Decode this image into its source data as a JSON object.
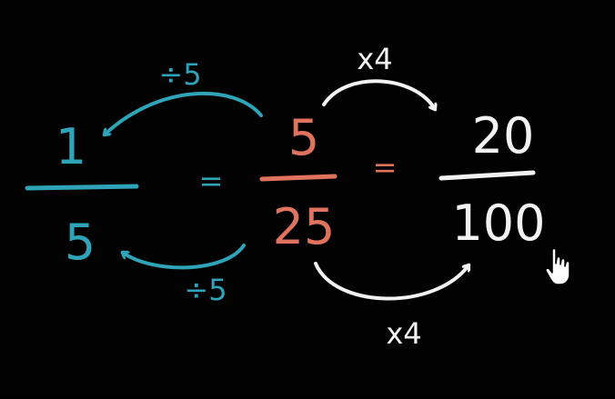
{
  "colors": {
    "background": "#020202",
    "teal": "#2fa3b8",
    "coral": "#e0735e",
    "white": "#f2f2f2",
    "cursor_fill": "#ffffff",
    "cursor_stroke": "#000000"
  },
  "fraction_left": {
    "numerator": "1",
    "denominator": "5"
  },
  "fraction_middle": {
    "numerator": "5",
    "denominator": "25"
  },
  "fraction_right": {
    "numerator": "20",
    "denominator": "100"
  },
  "equals": [
    "=",
    "="
  ],
  "arrows": {
    "top_left_label": "÷5",
    "bottom_left_label": "÷5",
    "top_right_label": "x4",
    "bottom_right_label": "x4"
  },
  "icons": {
    "cursor": "hand-pointer-icon"
  }
}
